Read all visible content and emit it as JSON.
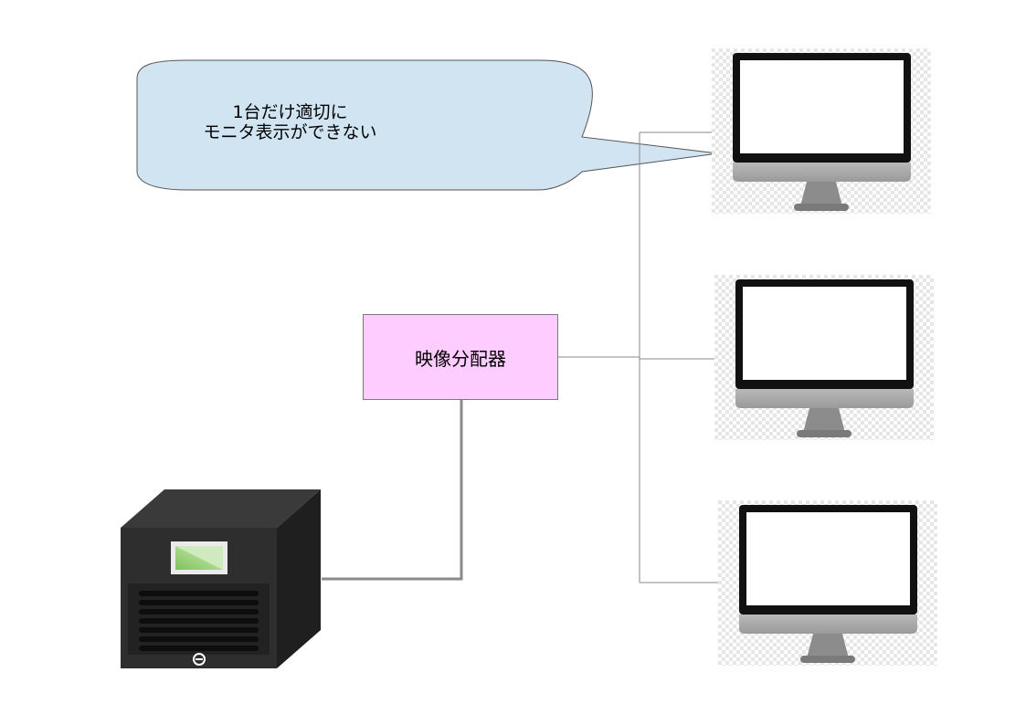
{
  "callout": {
    "line1": "1台だけ適切に",
    "line2": "モニタ表示ができない"
  },
  "splitter": {
    "label": "映像分配器"
  },
  "colors": {
    "callout_fill": "#d0e4f2",
    "splitter_fill": "#ffccff",
    "server_body": "#2e2e2e",
    "server_display": "#a8d88a",
    "monitor_bezel": "#111111",
    "monitor_chin": "#a9a9a9"
  },
  "icons": {
    "server": "server-icon",
    "monitor": "monitor-icon"
  }
}
